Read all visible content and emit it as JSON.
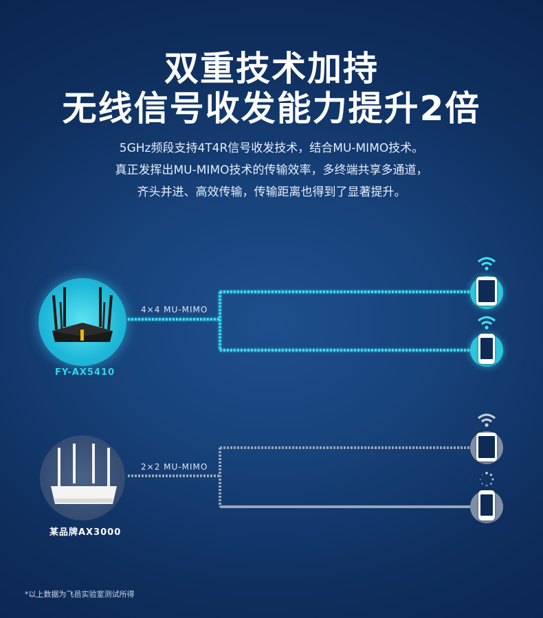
{
  "title": {
    "line1": "双重技术加持",
    "line2": "无线信号收发能力提升2倍"
  },
  "subtitle": {
    "line1": "5GHz频段支持4T4R信号收发技术，结合MU-MIMO技术。",
    "line2": "真正发挥出MU-MIMO技术的传输效率，多终端共享多通道，",
    "line3": "齐头并进、高效传输，传输距离也得到了显著提升。"
  },
  "router_top": {
    "name": "FY-AX5410",
    "link_label": "4×4 MU-MIMO",
    "accent": "#2fd0e6"
  },
  "router_bottom": {
    "name": "某品牌AX3000",
    "link_label": "2×2 MU-MIMO",
    "accent": "#9aa6b4"
  },
  "icons": {
    "wifi": "wifi-icon",
    "loading": "loading-spinner-icon",
    "tablet": "tablet-icon",
    "phone": "phone-icon",
    "router": "router-icon"
  },
  "footnote": "*以上数据为飞邑实验室测试所得"
}
